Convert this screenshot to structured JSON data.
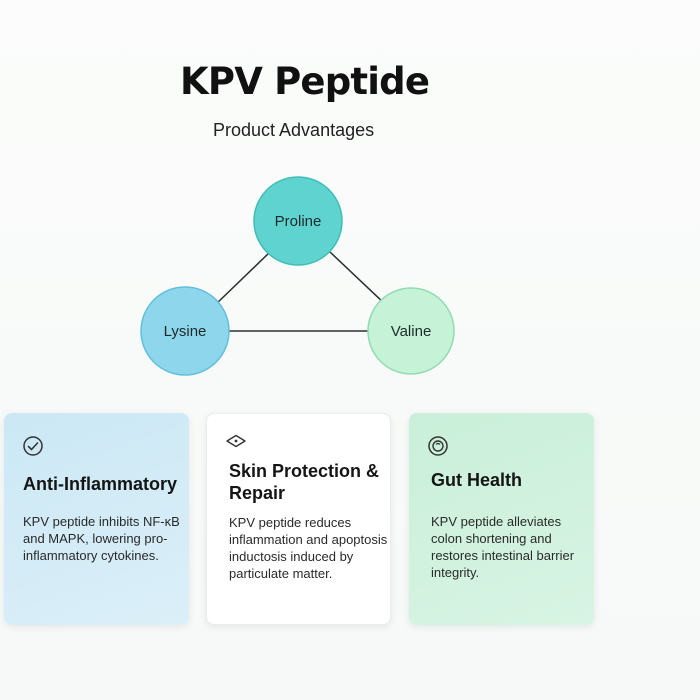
{
  "header": {
    "title": "KPV Peptide",
    "subtitle": "Product Advantages"
  },
  "diagram": {
    "nodes": [
      {
        "id": "proline",
        "label": "Proline",
        "color": "#5fd3cf"
      },
      {
        "id": "lysine",
        "label": "Lysine",
        "color": "#8ed6ec"
      },
      {
        "id": "valine",
        "label": "Valine",
        "color": "#bff0d2"
      }
    ],
    "edge_color": "#2a2f2f"
  },
  "cards": [
    {
      "icon": "check-circle-icon",
      "title": "Anti-Inflammatory",
      "body": "KPV peptide inhibits NF-κB and MAPK, lowering pro-inflammatory cytokines.",
      "color": "#cfe9f6"
    },
    {
      "icon": "skin-diamond-icon",
      "title": "Skin Protection & Repair",
      "body": "KPV peptide reduces inflammation and apoptosis inductosis induced by particulate matter.",
      "color": "#ffffff"
    },
    {
      "icon": "gut-circle-icon",
      "title": "Gut Health",
      "body": "KPV peptide alleviates colon shortening and restores intestinal barrier integrity.",
      "color": "#cdf0dc"
    }
  ]
}
